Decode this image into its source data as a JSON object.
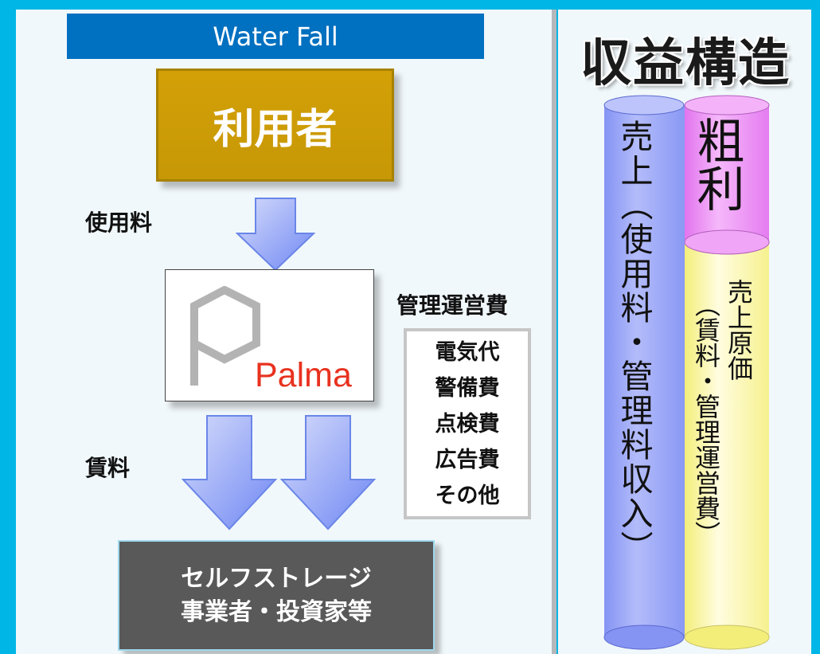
{
  "title": "Water Fall",
  "user_box": "利用者",
  "labels": {
    "usage_fee": "使用料",
    "rent": "賃料",
    "management_fee": "管理運営費"
  },
  "logo": {
    "word": "Palma",
    "color": "#e8321f",
    "mark_color": "#b3b3b3"
  },
  "cost_items": [
    "電気代",
    "警備費",
    "点検費",
    "広告費",
    "その他"
  ],
  "operator": {
    "line1": "セルフストレージ",
    "line2": "事業者・投資家等"
  },
  "revenue_structure": {
    "title": "収益構造",
    "sales_label": "売上（使用料・管理料収入）",
    "gross_profit_label": "粗利",
    "cost_of_sales_title": "売上原価",
    "cost_of_sales_detail": "（賃料・管理運営費）"
  },
  "colors": {
    "frame": "#00b6e6",
    "title_bar": "#0070c0",
    "user_box": "#cc9a06",
    "operator_box": "#595959",
    "sales_column": "#8e9bf5",
    "gross_profit_column": "#ee82f5",
    "cost_column": "#fbf79a",
    "arrow": "#7f97f5"
  }
}
